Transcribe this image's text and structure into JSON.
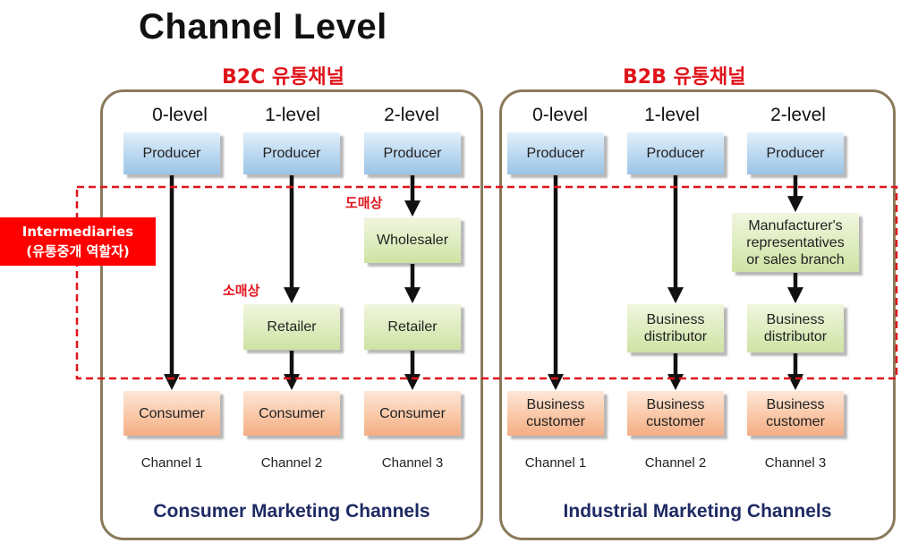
{
  "title": "Channel Level",
  "b2c": {
    "heading": "B2C 유통채널",
    "footer": "Consumer Marketing Channels",
    "levels": [
      "0-level",
      "1-level",
      "2-level"
    ],
    "producer": "Producer",
    "wholesaler": "Wholesaler",
    "retailer": "Retailer",
    "consumer": "Consumer",
    "channels": [
      "Channel 1",
      "Channel 2",
      "Channel 3"
    ],
    "label_wholesaler_kr": "도매상",
    "label_retailer_kr": "소매상"
  },
  "b2b": {
    "heading": "B2B 유통채널",
    "footer": "Industrial Marketing Channels",
    "levels": [
      "0-level",
      "1-level",
      "2-level"
    ],
    "producer": "Producer",
    "manufacturer_rep": [
      "Manufacturer's",
      "representatives",
      "or sales branch"
    ],
    "distributor": [
      "Business",
      "distributor"
    ],
    "customer": [
      "Business",
      "customer"
    ],
    "channels": [
      "Channel 1",
      "Channel 2",
      "Channel 3"
    ]
  },
  "intermediaries": {
    "line1": "Intermediaries",
    "line2": "(유통중개 역할자)"
  },
  "colors": {
    "accent_red": "#e0141b",
    "footer_navy": "#1e2a63",
    "panel_border": "#8a7a5a",
    "producer_blue": "#b9d7f0",
    "intermediary_green": "#dcebbb",
    "customer_orange": "#f9c5a3"
  }
}
